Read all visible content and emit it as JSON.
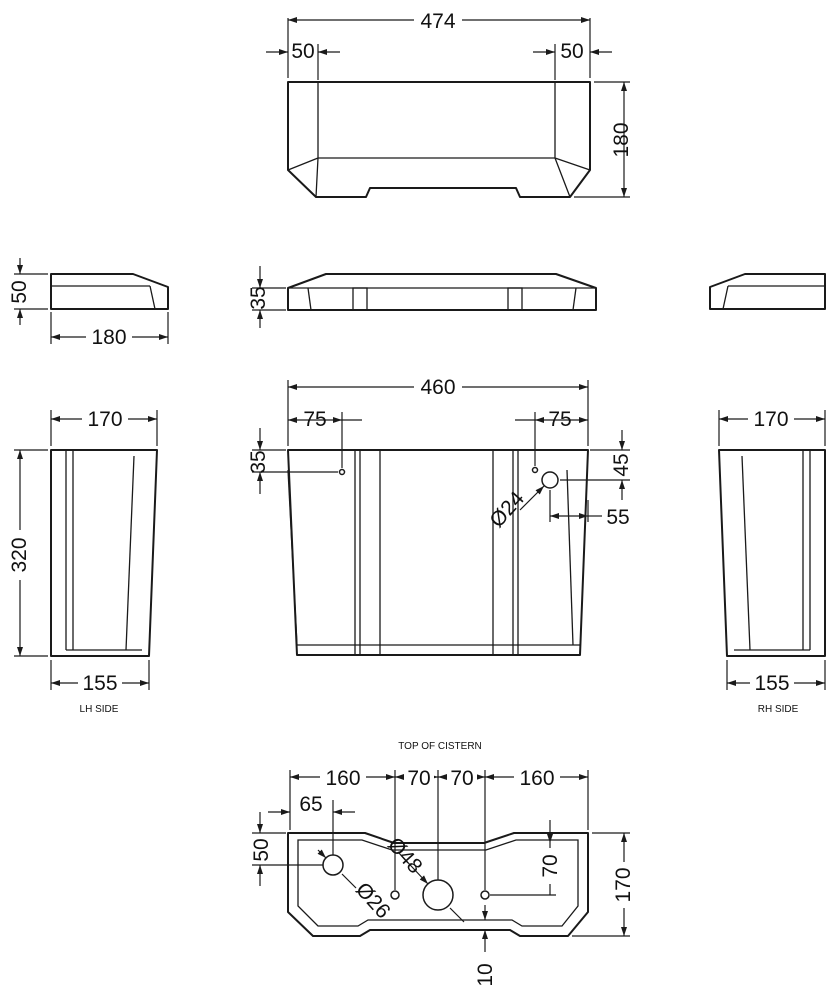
{
  "views": {
    "front_top": {
      "overall_width": "474",
      "left_inset": "50",
      "right_inset": "50",
      "height": "180"
    },
    "lid_side_left": {
      "height": "50",
      "depth": "180"
    },
    "lid_front": {
      "thickness": "35"
    },
    "front_elevation": {
      "overall_width": "460",
      "left_hole_offset": "75",
      "right_hole_offset": "75",
      "left_hole_drop": "35",
      "right_hole_drop": "45",
      "hole_diameter": "Ø24",
      "hole_offset_right": "55"
    },
    "lh_side": {
      "top_width": "170",
      "height": "320",
      "bottom_width": "155",
      "caption": "LH SIDE"
    },
    "rh_side": {
      "top_width": "170",
      "bottom_width": "155",
      "caption": "RH SIDE"
    },
    "top_of_cistern": {
      "caption": "TOP OF CISTERN",
      "left_span": "160",
      "center_left": "70",
      "center_right": "70",
      "right_span": "160",
      "left_offset": "65",
      "left_drop": "50",
      "large_hole": "Ø48",
      "small_hole": "Ø26",
      "right_hole_drop": "70",
      "depth": "170",
      "bottom_gap": "10"
    }
  }
}
